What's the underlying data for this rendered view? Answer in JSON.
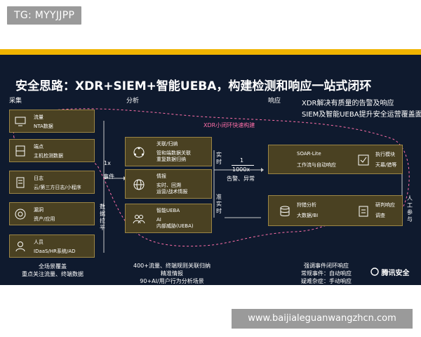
{
  "tag": "TG: MYYJJPP",
  "watermark": "www.baijialeguanwangzhcn.com",
  "slide": {
    "title": "安全思路：XDR+SIEM+智能UEBA，构建检测和响应一站式闭环",
    "headers": {
      "collect": "采集",
      "analyze": "分析",
      "respond": "响应"
    },
    "bullets": [
      "XDR解决有质量的告警及响应",
      "SIEM及智能UEBA提升安全运营覆盖面"
    ],
    "xdr_loop": "XDR小闭环快速构建",
    "collect": [
      {
        "name": "流量",
        "sub": "NTA数据",
        "icon": "monitor-icon"
      },
      {
        "name": "端点",
        "sub": "主机检测数据",
        "icon": "server-icon"
      },
      {
        "name": "日志",
        "sub": "云/第三方日志/小程序",
        "icon": "document-icon"
      },
      {
        "name": "漏洞",
        "sub": "资产/应用",
        "icon": "target-icon"
      },
      {
        "name": "人员",
        "sub": "IDaaS/HR系统/AD",
        "icon": "person-icon"
      }
    ],
    "analyze": [
      {
        "name": "关联/归纳",
        "sub": "管和端数据关联\n重复数据归纳",
        "icon": "network-icon"
      },
      {
        "name": "情报",
        "sub": "实时、回溯\n运营/战术情报",
        "icon": "globe-icon"
      },
      {
        "name": "智能UEBA",
        "sub": "AI\n内部威胁(UEBA)",
        "icon": "users-icon"
      }
    ],
    "respond": [
      {
        "name": "SOAR-Lite",
        "sub": "工作流与自动响应",
        "right": "执行模块",
        "right_sub": "天幕/猎等",
        "icon": "checkbox-icon"
      },
      {
        "name": "狩猎分析",
        "sub": "大数据/BI",
        "right": "研判响应",
        "right_sub": "调查",
        "icon": "database-icon"
      }
    ],
    "labels": {
      "events": "事件",
      "event_count": "1x",
      "realtime": "实时",
      "near_realtime": "准实时",
      "ratio_num": "1",
      "ratio_den": "1000x",
      "alerts": "告警、异常",
      "data_pull": "数据拉平",
      "human": "人工参与"
    },
    "captions": {
      "collect": [
        "全场景覆盖",
        "重点关注流量、终端数据"
      ],
      "analyze": [
        "400+流量、终端规则关联归纳",
        "精准情报",
        "90+AI/用户行为分析场景"
      ],
      "respond": [
        "强调事件闭环响应",
        "常规事件：自动响应",
        "疑难杂症：手动响应"
      ]
    },
    "logo": "腾讯安全",
    "colors": {
      "box": "#4a4122",
      "border": "#9b8545",
      "background": "#0f1a2e",
      "accent": "#f0b400",
      "loop": "#ff6fa8"
    }
  }
}
